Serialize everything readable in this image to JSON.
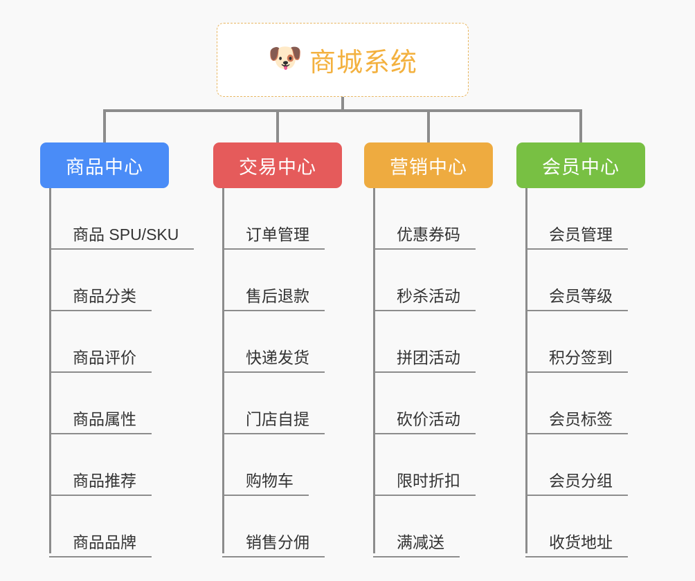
{
  "diagram": {
    "type": "mindmap",
    "background_color": "#f9f9f9",
    "root": {
      "icon": "shiba-dog-icon",
      "icon_glyph": "🐶",
      "title": "商城系统",
      "text_color": "#f3b13f",
      "border_color": "#e8b660"
    },
    "connector_color": "#8c8c8c",
    "columns": [
      {
        "id": "product-center",
        "label": "商品中心",
        "color": "#4a8cf7",
        "items": [
          "商品 SPU/SKU",
          "商品分类",
          "商品评价",
          "商品属性",
          "商品推荐",
          "商品品牌"
        ]
      },
      {
        "id": "trade-center",
        "label": "交易中心",
        "color": "#e55b5b",
        "items": [
          "订单管理",
          "售后退款",
          "快递发货",
          "门店自提",
          "购物车",
          "销售分佣"
        ]
      },
      {
        "id": "marketing-center",
        "label": "营销中心",
        "color": "#eeab40",
        "items": [
          "优惠券码",
          "秒杀活动",
          "拼团活动",
          "砍价活动",
          "限时折扣",
          "满减送"
        ]
      },
      {
        "id": "member-center",
        "label": "会员中心",
        "color": "#78c043",
        "items": [
          "会员管理",
          "会员等级",
          "积分签到",
          "会员标签",
          "会员分组",
          "收货地址"
        ]
      }
    ]
  }
}
